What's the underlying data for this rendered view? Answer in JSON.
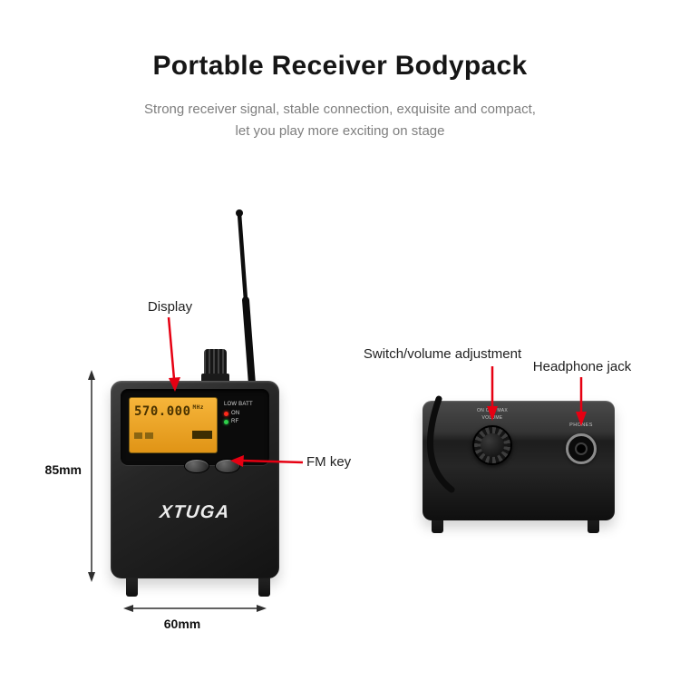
{
  "header": {
    "title": "Portable Receiver Bodypack",
    "subtitle_line1": "Strong receiver signal, stable connection, exquisite and compact,",
    "subtitle_line2": "let you play more exciting on stage"
  },
  "annotations": {
    "display_label": "Display",
    "fm_key_label": "FM key",
    "switch_volume_label": "Switch/volume adjustment",
    "headphone_jack_label": "Headphone jack",
    "height_dimension": "85mm",
    "width_dimension": "60mm"
  },
  "front_device": {
    "brand": "XTUGA",
    "lcd": {
      "frequency": "570.000",
      "unit": "MHz"
    },
    "leds": {
      "low_batt_label": "LOW BATT",
      "on_label": "ON",
      "rf_label": "RF"
    }
  },
  "top_device": {
    "volume_line1": "ON OFF MAX",
    "volume_line2": "VOLUME",
    "phones_label": "PHONES"
  },
  "colors": {
    "arrow_red": "#e60012",
    "dimension_black": "#2f2f2f",
    "lcd_amber": "#f0a125"
  }
}
